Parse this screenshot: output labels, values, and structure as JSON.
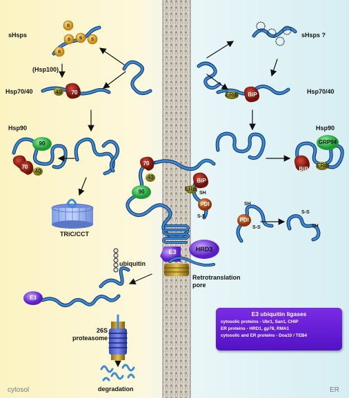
{
  "compartments": {
    "left": "cytosol",
    "right": "ER"
  },
  "cytosol": {
    "shsps": "sHsps",
    "hsp100": "(Hsp100)",
    "hsp70_40": "Hsp70/40",
    "hsp90": "Hsp90",
    "tric": "TRiC/CCT",
    "ubiquitin": "ubiquitin",
    "proteasome": "26S\nproteasome",
    "degradation": "degradation",
    "chips": {
      "s": "s",
      "c40": "40",
      "c70": "70",
      "c90": "90",
      "e3": "E3"
    }
  },
  "er": {
    "shsps": "sHsps ?",
    "hsp70_40": "Hsp70/40",
    "hsp90": "Hsp90",
    "chips": {
      "erdj": "ERdj",
      "bip": "BiP",
      "grp94": "GRP94",
      "pdi": "PDI"
    },
    "sh": "SH",
    "ss": "S-S"
  },
  "membrane": {
    "chips": {
      "c70": "70",
      "c40": "40",
      "c90": "90",
      "bip": "BiP",
      "erdj": "ERdj",
      "pdi": "PDI",
      "e3": "E3",
      "hrd3": "HRD3"
    },
    "sh": "SH",
    "ss": "S-S",
    "pore": "Retrotranslation\npore"
  },
  "legend": {
    "title": "E3 ubiquitin ligases",
    "lines": [
      "cytosolic proteins - Ubr1, San1, CHIP",
      "ER proteins - HRD1, gp78, RMA1",
      "cytosolic and ER proteins - Doa10 / TEB4"
    ]
  },
  "colors": {
    "protein": "#1d5fa3",
    "hsp70": "#9b1d12",
    "hsp40": "#a6a51f",
    "hsp90": "#2fbf4b",
    "shsp": "#f2b632",
    "e3": "#8a4be0",
    "pdi": "#c9541a",
    "legend_bg": "#6a1fd8"
  }
}
